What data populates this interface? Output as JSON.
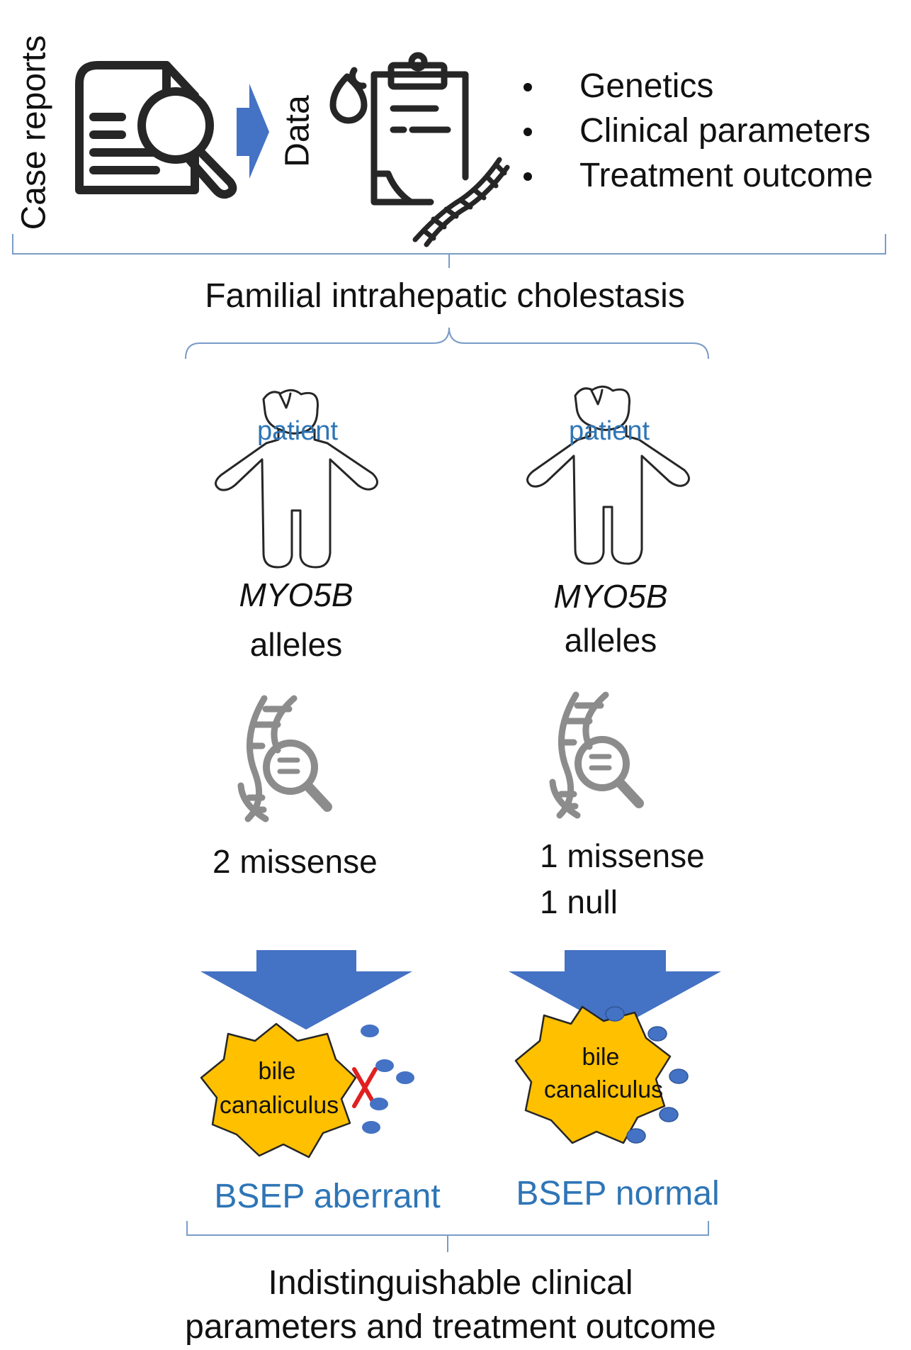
{
  "header": {
    "case_reports_label": "Case reports",
    "data_label": "Data",
    "bullets": [
      "Genetics",
      "Clinical parameters",
      "Treatment outcome"
    ]
  },
  "disease_label": "Familial intrahepatic cholestasis",
  "columns": [
    {
      "patient_label": "patient",
      "gene": "MYO5B",
      "alleles_label": "alleles",
      "variants": [
        "2 missense"
      ],
      "canaliculus_label": [
        "bile",
        "canaliculus"
      ],
      "bsep_label": "BSEP aberrant"
    },
    {
      "patient_label": "patient",
      "gene": "MYO5B",
      "alleles_label": "alleles",
      "variants": [
        "1 missense",
        "1 null"
      ],
      "canaliculus_label": [
        "bile",
        "canaliculus"
      ],
      "bsep_label": "BSEP normal"
    }
  ],
  "blocked_marker": "X",
  "conclusion": [
    "Indistinguishable clinical",
    "parameters and treatment outcome"
  ],
  "colors": {
    "arrow_blue": "#4472c4",
    "text_blue": "#2e75b6",
    "bracket_blue": "#7a9cc8",
    "canaliculus_fill": "#ffc000",
    "bsep_dot": "#4472c4",
    "icon_gray": "#8c8c8c",
    "icon_dark": "#262626",
    "cross_red": "#e02020"
  }
}
